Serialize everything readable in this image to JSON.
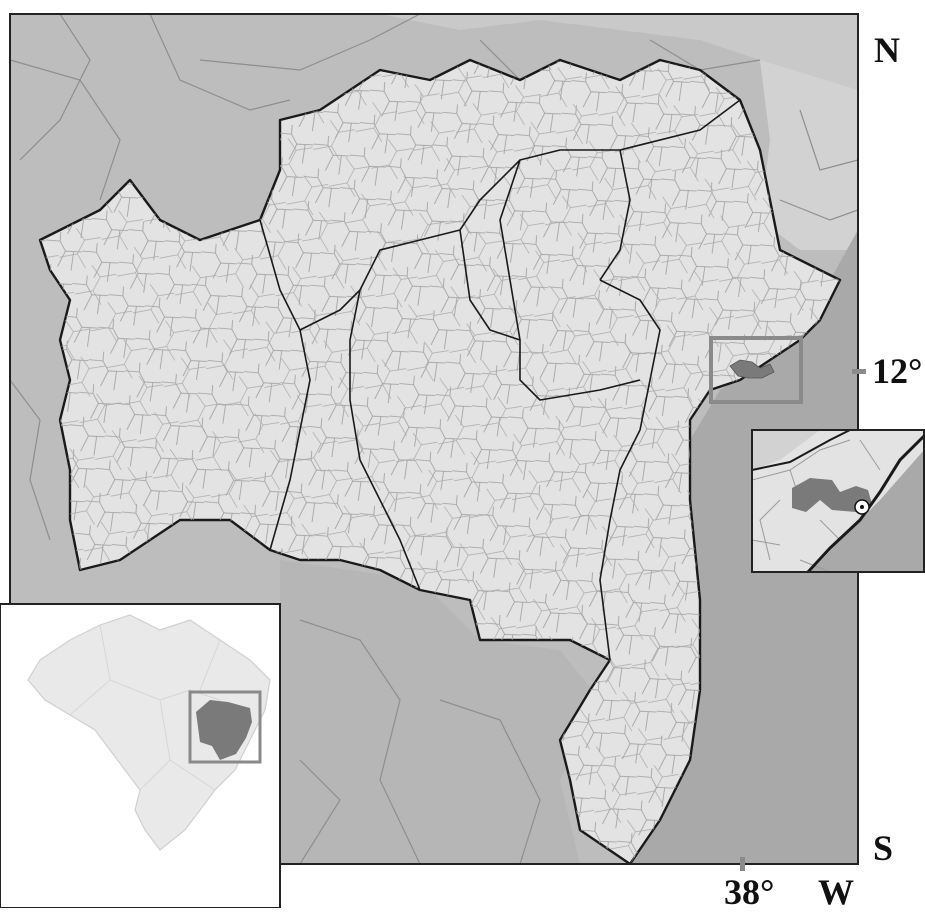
{
  "compass": {
    "north": "N",
    "south": "S",
    "west": "W"
  },
  "coordinates": {
    "latitude_label": "12°",
    "longitude_label": "38°"
  },
  "colors": {
    "ocean": "#a9a9a9",
    "neighbor_state": "#bdbdbd",
    "neighbor_state_light": "#cfcfcf",
    "focus_state": "#e3e3e3",
    "highlight_area": "#7a7a7a",
    "brazil_fill": "#e9e9e9",
    "frame": "#222222",
    "locator_box": "#8a8a8a"
  },
  "icons": {
    "north_marker": "compass-letter",
    "location_point": "circle-dot-icon",
    "tick_marker": "tick-icon"
  }
}
